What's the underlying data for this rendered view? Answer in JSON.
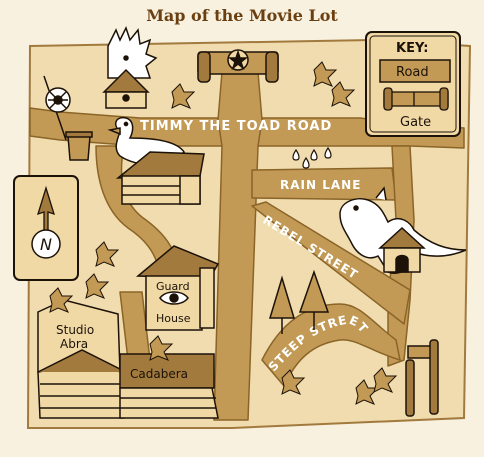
{
  "map_title": "Map of the Movie Lot",
  "key": {
    "heading": "KEY:",
    "road": "Road",
    "gate": "Gate"
  },
  "roads": {
    "timmy": "TIMMY THE TOAD ROAD",
    "rain": "RAIN LANE",
    "rebel": "REBEL STREET",
    "steep": "STEEP STREET"
  },
  "buildings": {
    "guard_line1": "Guard",
    "guard_line2": "House",
    "studio_line1": "Studio",
    "studio_line2": "Abra",
    "cadabera": "Cadabera"
  },
  "compass": {
    "letter": "N"
  },
  "colors": {
    "background": "#f8f1df",
    "lot": "#f0dcae",
    "road": "#c39a55",
    "building": "#f1d9a6",
    "roof": "#a27a3e",
    "outline": "#1c1208",
    "title": "#6a3f12"
  }
}
